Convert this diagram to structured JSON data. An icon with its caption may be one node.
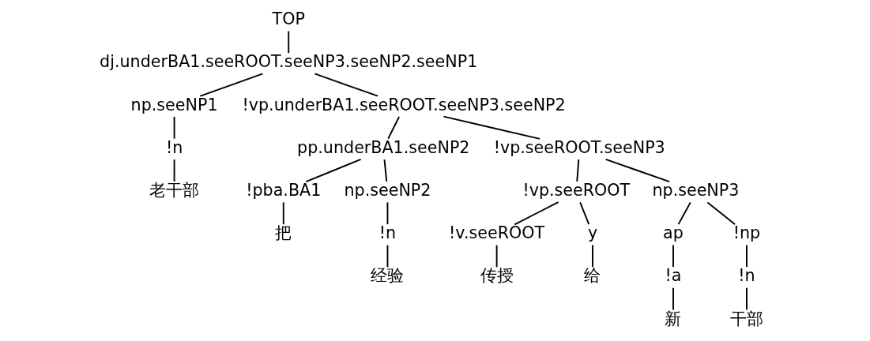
{
  "diagram": {
    "nodes": [
      {
        "text": [
          "TOP"
        ]
      },
      {
        "text": [
          "dj.underBA1.seeROOT.seeNP3.seeNP2.seeNP1"
        ]
      },
      {
        "text": [
          "np.seeNP1"
        ]
      },
      {
        "text": [
          "!vp.underBA1.seeROOT.seeNP3.seeNP2"
        ]
      },
      {
        "text": [
          "!n"
        ]
      },
      {
        "text": [
          "pp.underBA1.seeNP2"
        ]
      },
      {
        "text": [
          "!vp.seeROOT.seeNP3"
        ]
      },
      {
        "text": [
          "老干部"
        ]
      },
      {
        "text": [
          "!pba.BA1"
        ]
      },
      {
        "text": [
          "np.seeNP2"
        ]
      },
      {
        "text": [
          "!vp.seeROOT"
        ]
      },
      {
        "text": [
          "np.seeNP3"
        ]
      },
      {
        "text": [
          "把"
        ]
      },
      {
        "text": [
          "!n"
        ]
      },
      {
        "text": [
          "!v.seeROOT"
        ]
      },
      {
        "text": [
          "y"
        ]
      },
      {
        "text": [
          "ap"
        ]
      },
      {
        "text": [
          "!np"
        ]
      },
      {
        "text": [
          "经验"
        ]
      },
      {
        "text": [
          "传授"
        ]
      },
      {
        "text": [
          "给"
        ]
      },
      {
        "text": [
          "!a"
        ]
      },
      {
        "text": [
          "!n"
        ]
      },
      {
        "text": [
          "新"
        ]
      },
      {
        "text": [
          "干部"
        ]
      }
    ],
    "edges": [
      {
        "from": 0,
        "to": 1,
        "arrow": "none"
      },
      {
        "from": 1,
        "to": 2,
        "arrow": "none"
      },
      {
        "from": 1,
        "to": 3,
        "arrow": "none"
      },
      {
        "from": 2,
        "to": 4,
        "arrow": "none"
      },
      {
        "from": 4,
        "to": 7,
        "arrow": "none"
      },
      {
        "from": 3,
        "to": 5,
        "arrow": "none"
      },
      {
        "from": 3,
        "to": 6,
        "arrow": "none"
      },
      {
        "from": 5,
        "to": 8,
        "arrow": "none"
      },
      {
        "from": 5,
        "to": 9,
        "arrow": "none"
      },
      {
        "from": 8,
        "to": 12,
        "arrow": "none"
      },
      {
        "from": 9,
        "to": 13,
        "arrow": "none"
      },
      {
        "from": 13,
        "to": 18,
        "arrow": "none"
      },
      {
        "from": 6,
        "to": 10,
        "arrow": "none"
      },
      {
        "from": 6,
        "to": 11,
        "arrow": "none"
      },
      {
        "from": 10,
        "to": 14,
        "arrow": "none"
      },
      {
        "from": 10,
        "to": 15,
        "arrow": "none"
      },
      {
        "from": 14,
        "to": 19,
        "arrow": "none"
      },
      {
        "from": 15,
        "to": 20,
        "arrow": "none"
      },
      {
        "from": 11,
        "to": 16,
        "arrow": "none"
      },
      {
        "from": 11,
        "to": 17,
        "arrow": "none"
      },
      {
        "from": 16,
        "to": 21,
        "arrow": "none"
      },
      {
        "from": 17,
        "to": 22,
        "arrow": "none"
      },
      {
        "from": 21,
        "to": 23,
        "arrow": "none"
      },
      {
        "from": 22,
        "to": 24,
        "arrow": "none"
      }
    ]
  }
}
